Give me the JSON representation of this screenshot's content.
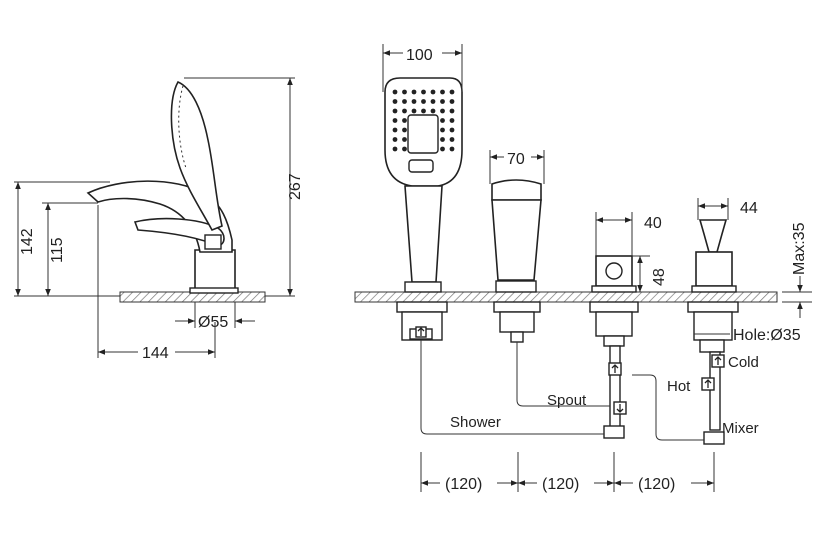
{
  "dimensions": {
    "side_height_total": "267",
    "side_height_spout": "142",
    "side_height_inner": "115",
    "side_base_diameter": "Ø55",
    "side_reach": "144",
    "handshower_width": "100",
    "spout_width": "70",
    "valve_width": "40",
    "valve_height": "48",
    "mixer_width": "44",
    "max_deck": "Max:35",
    "hole": "Hole:Ø35",
    "spacing_1": "(120)",
    "spacing_2": "(120)",
    "spacing_3": "(120)"
  },
  "labels": {
    "shower": "Shower",
    "spout": "Spout",
    "hot": "Hot",
    "cold": "Cold",
    "mixer": "Mixer"
  },
  "colors": {
    "line": "#222222",
    "hatch": "#777777"
  }
}
